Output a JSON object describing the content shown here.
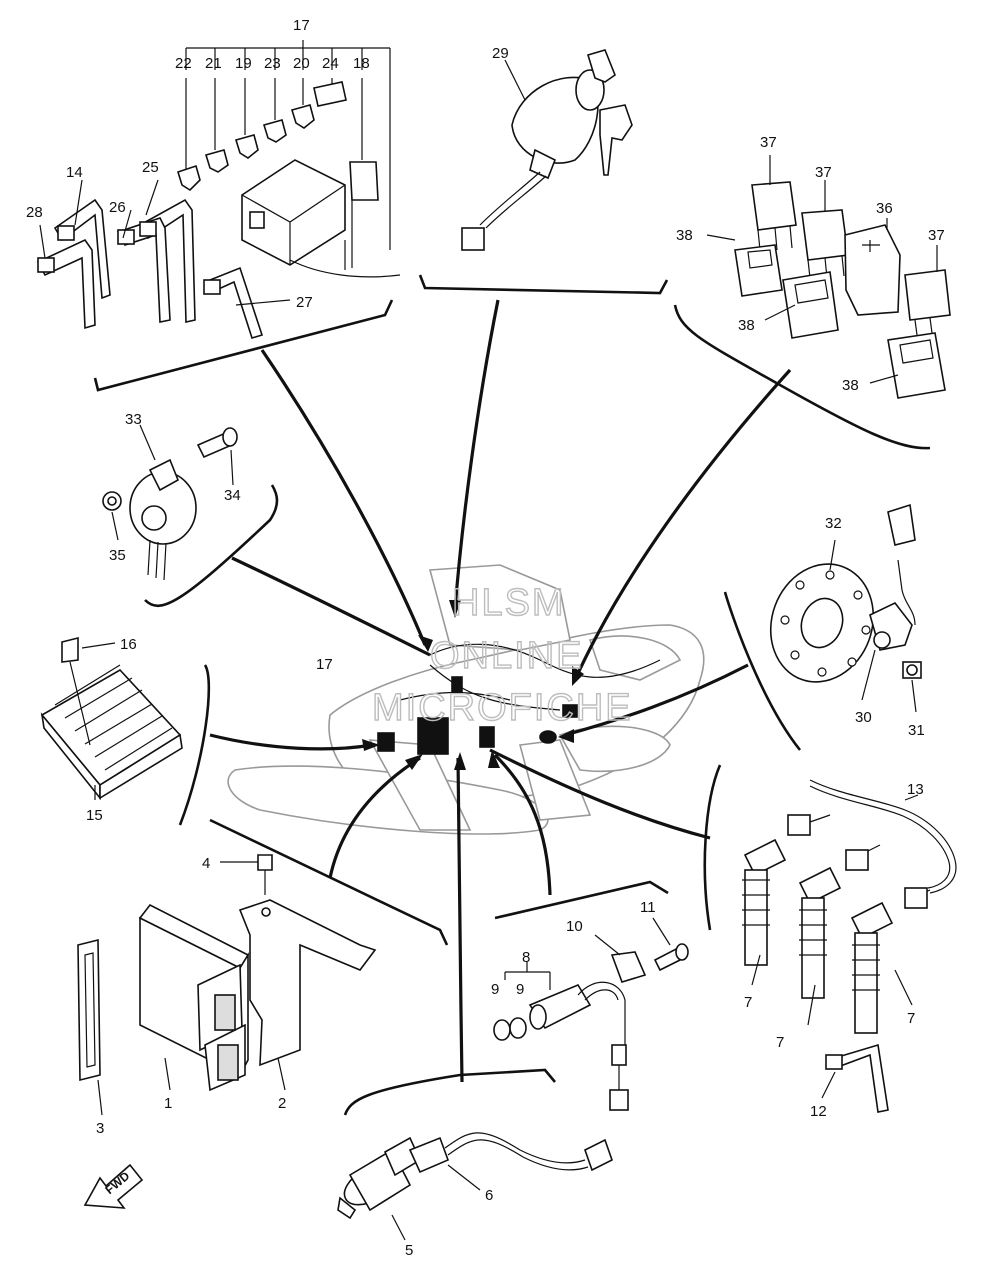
{
  "watermark": {
    "line1": "HLSM",
    "line2": "ONLINE",
    "line3": "MICROFICHE"
  },
  "fwd_label": "FWD",
  "callouts": {
    "c1": "1",
    "c2": "2",
    "c3": "3",
    "c4": "4",
    "c5": "5",
    "c6": "6",
    "c7a": "7",
    "c7b": "7",
    "c7c": "7",
    "c8": "8",
    "c9a": "9",
    "c9b": "9",
    "c10": "10",
    "c11": "11",
    "c12": "12",
    "c13": "13",
    "c14": "14",
    "c15": "15",
    "c16": "16",
    "c17top": "17",
    "c17mid": "17",
    "c18": "18",
    "c19": "19",
    "c20": "20",
    "c21": "21",
    "c22": "22",
    "c23": "23",
    "c24": "24",
    "c25": "25",
    "c26": "26",
    "c27": "27",
    "c28": "28",
    "c29": "29",
    "c30": "30",
    "c31": "31",
    "c32": "32",
    "c33": "33",
    "c34": "34",
    "c35": "35",
    "c36": "36",
    "c37a": "37",
    "c37b": "37",
    "c37c": "37",
    "c38a": "38",
    "c38b": "38",
    "c38c": "38"
  }
}
